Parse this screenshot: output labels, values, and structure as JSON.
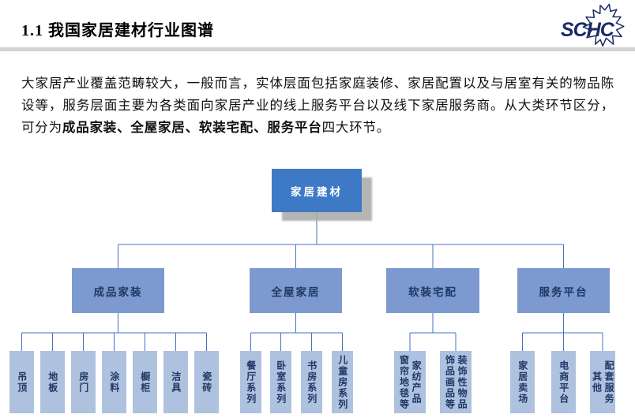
{
  "page": {
    "title": "1.1 我国家居建材行业图谱",
    "logo_text": "SCHC"
  },
  "paragraph": {
    "segments": [
      {
        "text": "大家居产业覆盖范畴较大，一般而言，实体层面包括家庭装修、家居配置以及与居室有关的物品陈设等，服务层面主要为各类面向家居产业的线上服务平台以及线下家居服务商。从大类环节区分，可分为",
        "bold": false
      },
      {
        "text": "成品家装、全屋家居、软装宅配、服务平台",
        "bold": true
      },
      {
        "text": "四大环节。",
        "bold": false
      }
    ]
  },
  "diagram": {
    "root": {
      "label": "家居建材"
    },
    "branches": [
      {
        "label": "成品家装",
        "children": [
          {
            "columns": [
              "吊顶"
            ]
          },
          {
            "columns": [
              "地板"
            ]
          },
          {
            "columns": [
              "房门"
            ]
          },
          {
            "columns": [
              "涂料"
            ]
          },
          {
            "columns": [
              "橱柜"
            ]
          },
          {
            "columns": [
              "洁具"
            ]
          },
          {
            "columns": [
              "瓷砖"
            ]
          }
        ]
      },
      {
        "label": "全屋家居",
        "children": [
          {
            "columns": [
              "餐厅系列"
            ]
          },
          {
            "columns": [
              "卧室系列"
            ]
          },
          {
            "columns": [
              "书房系列"
            ]
          },
          {
            "columns": [
              "儿童房系列"
            ]
          }
        ]
      },
      {
        "label": "软装宅配",
        "children": [
          {
            "columns": [
              "家纺产品",
              "窗帘地毯等"
            ]
          },
          {
            "columns": [
              "装饰性物品",
              "饰品画品等"
            ]
          }
        ]
      },
      {
        "label": "服务平台",
        "children": [
          {
            "columns": [
              "家居卖场"
            ]
          },
          {
            "columns": [
              "电商平台"
            ]
          },
          {
            "columns": [
              "配套服务",
              "其他"
            ]
          }
        ]
      }
    ]
  },
  "colors": {
    "primary_blue": "#3E79C6",
    "branch_blue": "#7C9AD0",
    "leaf_blue": "#AEC1DF",
    "connector": "#4472C4",
    "text_navy": "#1F3864",
    "logo_navy": "#1C2B66",
    "divider_gray": "#D3D3DA"
  }
}
